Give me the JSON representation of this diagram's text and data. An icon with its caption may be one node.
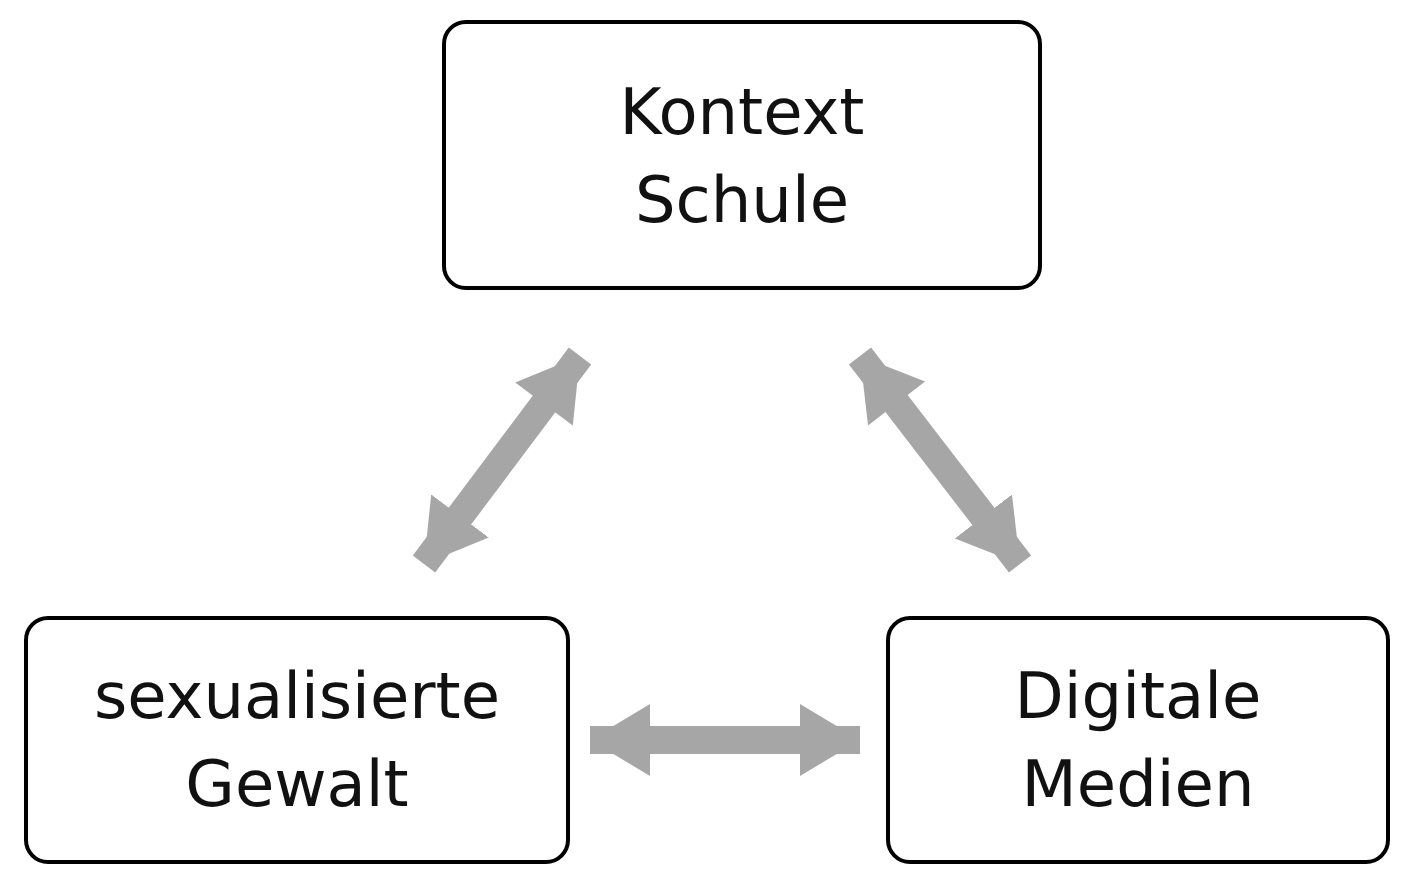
{
  "diagram": {
    "nodes": [
      {
        "text": [
          "Kontext Schule"
        ]
      },
      {
        "text": [
          "sexualisierte Gewalt"
        ]
      },
      {
        "text": [
          "Digitale Medien"
        ]
      }
    ],
    "edges": [
      {
        "from": 0,
        "to": 1,
        "arrow": "both"
      },
      {
        "from": 0,
        "to": 2,
        "arrow": "both"
      },
      {
        "from": 1,
        "to": 2,
        "arrow": "both"
      }
    ]
  }
}
